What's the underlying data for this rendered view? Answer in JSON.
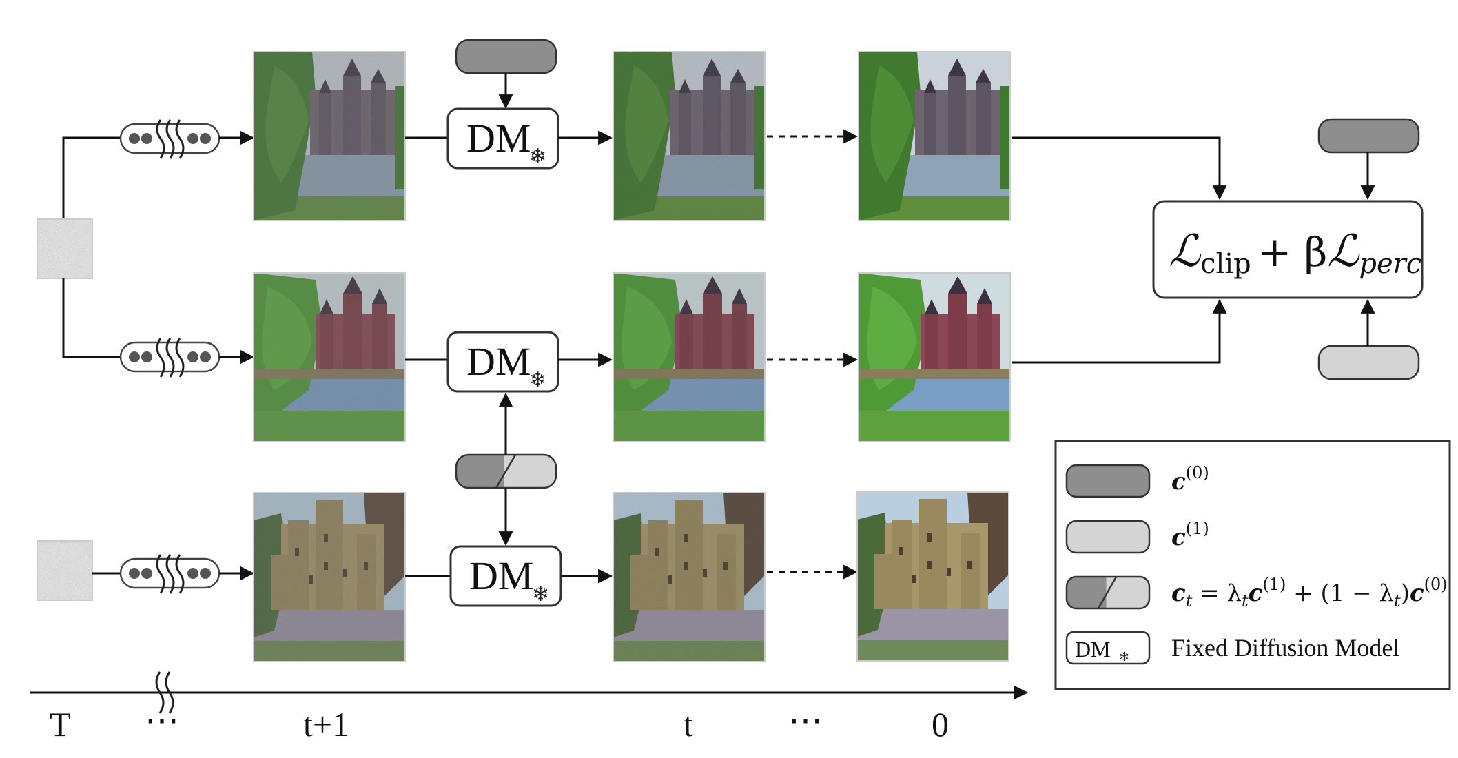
{
  "dm_block": {
    "label": "DM",
    "sub_icon": "snowflake-icon"
  },
  "axis": {
    "ticks": [
      "T",
      "⋯",
      "t+1",
      "t",
      "⋯",
      "0"
    ]
  },
  "loss": {
    "L1": "ℒ",
    "sub1": "clip",
    "plus": "+ β",
    "L2": "ℒ",
    "sub2": "perc"
  },
  "legend": {
    "c0_symbol": "c",
    "c0_sup": "(0)",
    "c1_symbol": "c",
    "c1_sup": "(1)",
    "ct_formula_left": "c",
    "ct_sub": "t",
    "ct_eq": " = λ",
    "ct_lam_sub": "t",
    "ct_c": "c",
    "ct_sup1": "(1)",
    "ct_mid": " + (1 − λ",
    "ct_lam_sub2": "t",
    "ct_close": ")",
    "ct_c2": "c",
    "ct_sup0": "(0)",
    "dm_label": "DM",
    "fixed_model_label": "Fixed Diffusion Model"
  },
  "colors": {
    "c0": "#8e8e8e",
    "c1": "#d4d4d4",
    "noise": "#7a7a7a",
    "stroke": "#333333",
    "sky": "#c9d4de",
    "tree": "#3f7a2e",
    "castle_grey": "#6e6470",
    "castle_red": "#8b4753",
    "castle_tan": "#a8976a",
    "water": "#8fa3b6"
  }
}
